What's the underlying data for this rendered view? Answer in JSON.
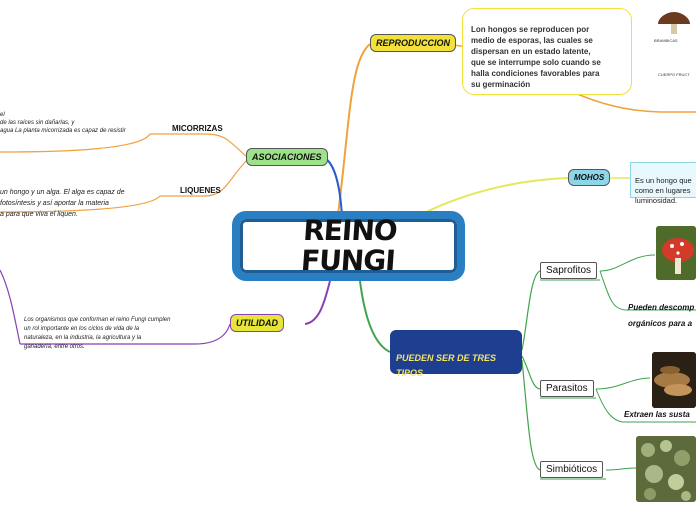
{
  "central": {
    "title": "REINO\nFUNGI"
  },
  "branches": {
    "reproduccion": {
      "label": "REPRODUCCION",
      "text": "Lon hongos se reproducen por\nmedio de esporas, las cuales se\ndispersan en un estado latente,\nque se interrumpe solo cuando se\nhalla condiciones favorables para\nsu germinación",
      "fig_top": "BRAMBICAS",
      "fig_bottom": "CUERPO FRUCT"
    },
    "mohos": {
      "label": "MOHOS",
      "text": "Es un hongo que\ncomo en lugares\nluminosidad."
    },
    "asociaciones": {
      "label": "ASOCIACIONES",
      "micorrizas": {
        "label": "MICORRIZAS",
        "text": "el\nde las raíces sin dañarlas, y\nagua La planta micorrizada es capaz de resistir"
      },
      "liquenes": {
        "label": "LIQUENES",
        "text": "un hongo y un alga.  El  alga es capaz de\nfotosíntesis y así aportar la materia\na para que viva el liquen."
      }
    },
    "utilidad": {
      "label": "UTILIDAD",
      "text": "Los organismos que conforman el reino Fungi cumplen\nun rol importante en los ciclos de vida de la\nnaturaleza, en la industria, la agricultura y la\nganadería, entre otros."
    },
    "tipos": {
      "label": "PUEDEN SER DE TRES\nTIPOS",
      "saprofitos": {
        "label": "Saprofitos",
        "caption": "Pueden descomp\norgánicos para a"
      },
      "parasitos": {
        "label": "Parasitos",
        "caption": "Extraen las susta"
      },
      "simbioticos": {
        "label": "Simbióticos"
      }
    }
  },
  "colors": {
    "central_border": "#2a7fc3",
    "reproduccion": "#f2e13a",
    "mohos": "#8dd6e8",
    "asociaciones": "#9de28a",
    "utilidad": "#e6e53a",
    "tipos": "#1e3f8f",
    "line_orange": "#f0a23c",
    "line_purple": "#8a3fb7",
    "line_green": "#3fa34d",
    "line_yellow": "#e4e85a",
    "line_blue": "#2a5bc9"
  }
}
